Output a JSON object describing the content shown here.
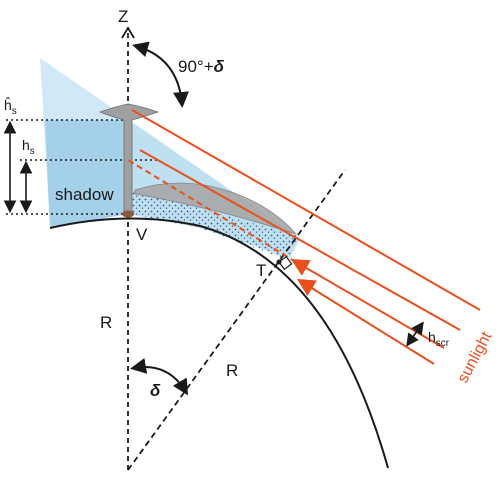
{
  "labels": {
    "zenith": "Z",
    "angle_top_base": "90°+",
    "angle_top_delta": "δ",
    "h_hat_base": "ĥ",
    "h_hat_sub": "s",
    "h_base": "h",
    "h_sub": "s",
    "shadow": "shadow",
    "volcano": "V",
    "tangent": "T",
    "radius_left": "R",
    "radius_right": "R",
    "delta": "δ",
    "h_scr_base": "h",
    "h_scr_sub": "scr",
    "sunlight": "sunlight"
  },
  "colors": {
    "sunlight": "#e8501e",
    "shadow_light": "#cfe8f5",
    "shadow_dark": "#9ccbe8",
    "plume": "#a8a8a8",
    "ground": "#1a1a1a",
    "volcano": "#8a5a3a"
  }
}
